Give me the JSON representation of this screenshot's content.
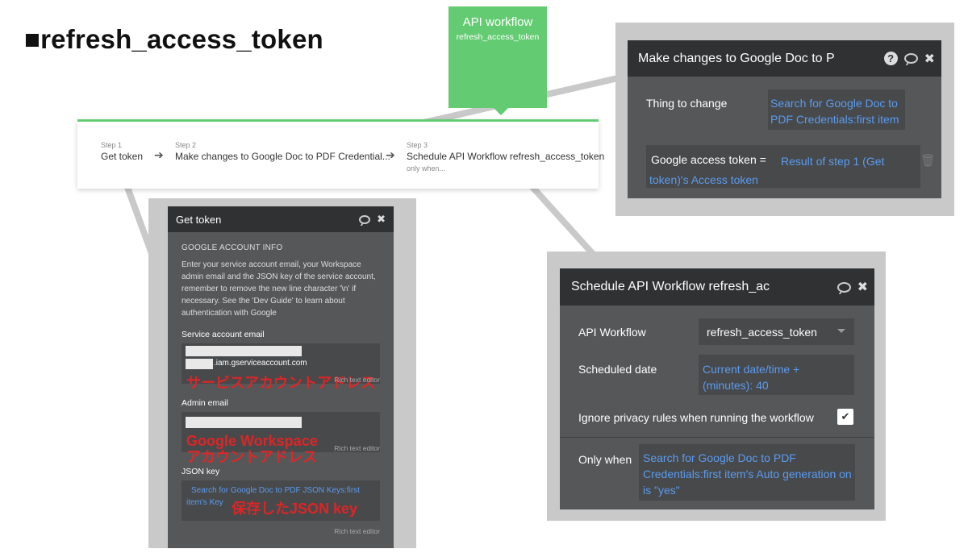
{
  "page": {
    "title": "■refresh_access_token"
  },
  "api_workflow": {
    "label": "API workflow",
    "name": "refresh_access_token"
  },
  "steps": [
    {
      "num": "Step 1",
      "label": "Get token",
      "sub": ""
    },
    {
      "num": "Step 2",
      "label": "Make changes to Google Doc to PDF Credential...",
      "sub": ""
    },
    {
      "num": "Step 3",
      "label": "Schedule API Workflow refresh_access_token",
      "sub": "only when..."
    }
  ],
  "get_token": {
    "title": "Get token",
    "section": "GOOGLE ACCOUNT INFO",
    "description": "Enter your service account email, your Workspace admin email and the JSON key of the service account, remember to remove the new line character '\\n' if necessary. See the 'Dev Guide' to learn about authentication with Google",
    "service_email_label": "Service account email",
    "service_email_suffix": ".iam.gserviceaccount.com",
    "admin_email_label": "Admin email",
    "json_key_label": "JSON key",
    "json_key_value": "Search for Google Doc to PDF JSON Keys:first item's Key",
    "rich_text": "Rich text editor",
    "note_service": "サービスアカウントアドレス",
    "note_admin_1": "Google Workspace",
    "note_admin_2": "アカウントアドレス",
    "note_json": "保存したJSON key"
  },
  "make_changes": {
    "title": "Make changes to Google Doc to P",
    "thing_label": "Thing to change",
    "thing_value": "Search for Google Doc to PDF Credentials:first item",
    "field_label": "Google access token  =",
    "field_value": "Result of step 1 (Get token)'s Access token"
  },
  "schedule": {
    "title": "Schedule API Workflow refresh_ac",
    "api_workflow_label": "API Workflow",
    "api_workflow_value": "refresh_access_token",
    "date_label": "Scheduled date",
    "date_value": "Current date/time + (minutes): 40",
    "privacy_label": "Ignore privacy rules when running the workflow",
    "only_when_label": "Only when",
    "only_when_value": "Search for Google Doc to PDF Credentials:first item's Auto generation on is \"yes\""
  },
  "colors": {
    "accent_green": "#63cc72",
    "panel_dark": "#555759",
    "panel_header": "#2f3133",
    "link_blue": "#5b9bf0",
    "note_red": "#ee2222"
  }
}
